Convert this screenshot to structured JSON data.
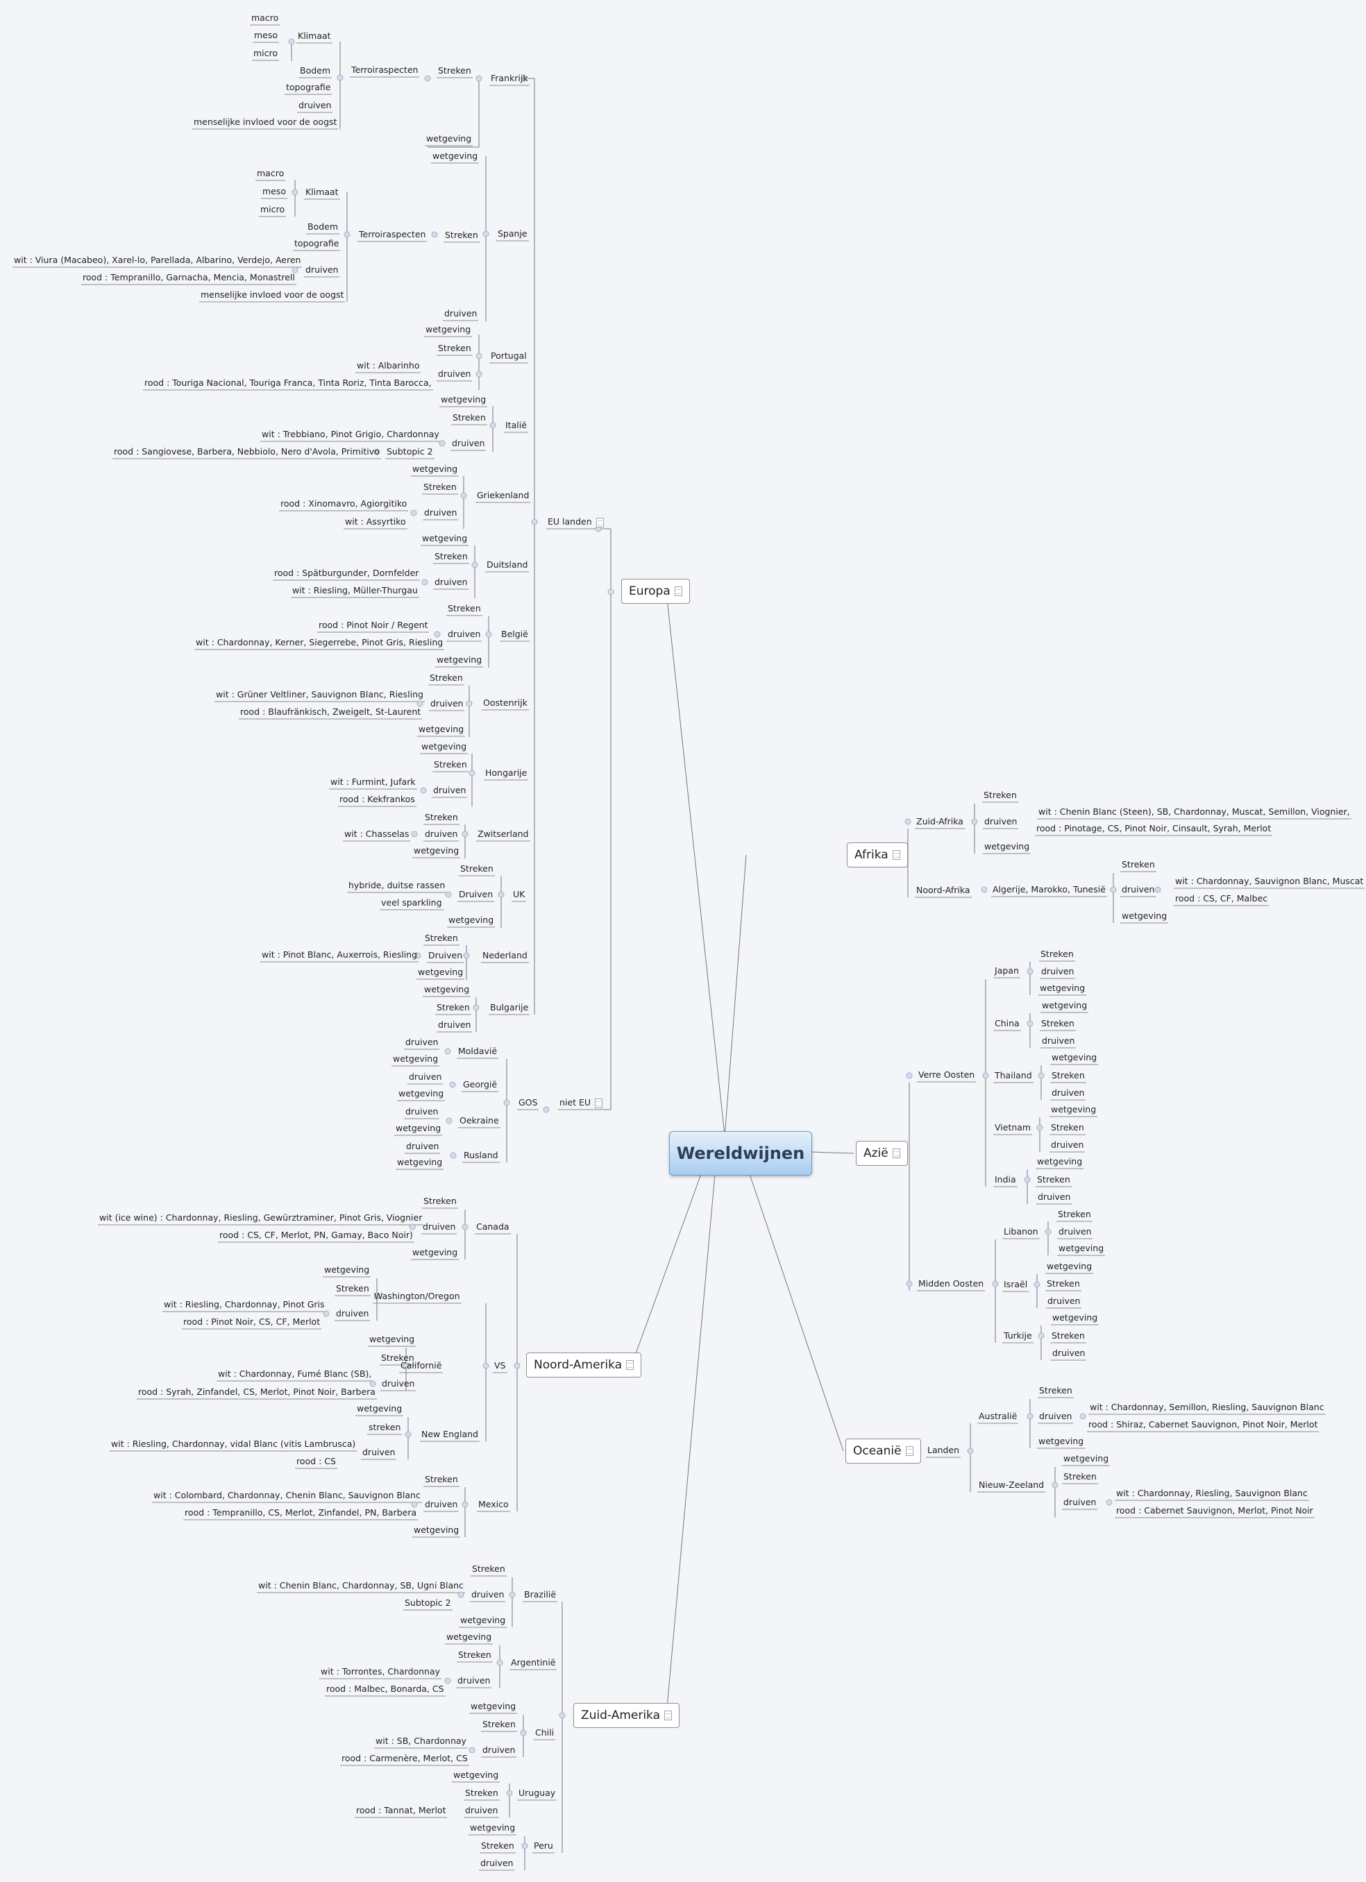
{
  "root": "Wereldwijnen",
  "branches": {
    "europa": "Europa",
    "eu_landen": "EU landen",
    "niet_eu": "niet EU",
    "afrika": "Afrika",
    "azie": "Azië",
    "oceanie": "Oceanië",
    "noord_amerika": "Noord-Amerika",
    "zuid_amerika": "Zuid-Amerika"
  },
  "nodes": [
    [
      "Wereldwijnen",
      0,
      0,
      ""
    ],
    [
      "Europa",
      895,
      852,
      "m"
    ],
    [
      "Afrika",
      1220,
      1232,
      "m"
    ],
    [
      "Azië",
      1233,
      1662,
      "m"
    ],
    [
      "Oceanië",
      1218,
      2091,
      "m"
    ],
    [
      "Noord-Amerika",
      758,
      1967,
      "m"
    ],
    [
      "Zuid-Amerika",
      826,
      2472,
      "m"
    ],
    [
      "EU landen",
      789,
      752,
      "n"
    ],
    [
      "niet EU",
      806,
      1589,
      "n"
    ],
    [
      "Frankrijk",
      707,
      113,
      ""
    ],
    [
      "Streken",
      631,
      102,
      ""
    ],
    [
      "Terroiraspecten",
      506,
      101,
      ""
    ],
    [
      "Klimaat",
      429,
      52,
      ""
    ],
    [
      "macro",
      362,
      26,
      ""
    ],
    [
      "meso",
      366,
      51,
      ""
    ],
    [
      "micro",
      365,
      77,
      ""
    ],
    [
      "Bodem",
      432,
      102,
      ""
    ],
    [
      "topografie",
      412,
      126,
      ""
    ],
    [
      "druiven",
      430,
      152,
      ""
    ],
    [
      "menselijke invloed voor de oogst",
      279,
      176,
      ""
    ],
    [
      "wetgeving",
      614,
      200,
      ""
    ],
    [
      "Spanje",
      717,
      337,
      ""
    ],
    [
      "wetgeving",
      623,
      225,
      ""
    ],
    [
      "Streken",
      641,
      339,
      ""
    ],
    [
      "Terroiraspecten",
      517,
      338,
      ""
    ],
    [
      "Klimaat",
      440,
      277,
      ""
    ],
    [
      "macro",
      370,
      250,
      ""
    ],
    [
      "meso",
      378,
      276,
      ""
    ],
    [
      "micro",
      375,
      302,
      ""
    ],
    [
      "Bodem",
      443,
      327,
      ""
    ],
    [
      "topografie",
      424,
      351,
      ""
    ],
    [
      "wit : Viura (Macabeo), Xarel-lo, Parellada, Albarino, Verdejo, Aeren",
      20,
      375,
      ""
    ],
    [
      "druiven",
      440,
      389,
      ""
    ],
    [
      "rood : Tempranillo, Garnacha, Mencia, Monastrell",
      119,
      400,
      ""
    ],
    [
      "menselijke invloed voor de oogst",
      289,
      425,
      ""
    ],
    [
      "druiven",
      640,
      452,
      ""
    ],
    [
      "Portugal",
      707,
      513,
      ""
    ],
    [
      "wetgeving",
      613,
      475,
      ""
    ],
    [
      "Streken",
      631,
      502,
      ""
    ],
    [
      "wit : Albarinho",
      514,
      527,
      ""
    ],
    [
      "druiven",
      631,
      539,
      ""
    ],
    [
      "rood : Touriga Nacional, Touriga Franca, Tinta Roriz, Tinta Barocca,",
      208,
      552,
      ""
    ],
    [
      "Italië",
      728,
      613,
      ""
    ],
    [
      "wetgeving",
      635,
      576,
      ""
    ],
    [
      "Streken",
      652,
      602,
      ""
    ],
    [
      "wit : Trebbiano, Pinot Grigio, Chardonnay",
      377,
      626,
      ""
    ],
    [
      "druiven",
      651,
      639,
      ""
    ],
    [
      "Subtopic 2",
      557,
      651,
      ""
    ],
    [
      "rood : Sangiovese, Barbera, Nebbiolo, Nero d'Avola, Primitivo",
      164,
      651,
      ""
    ],
    [
      "Griekenland",
      687,
      714,
      ""
    ],
    [
      "wetgeving",
      594,
      676,
      ""
    ],
    [
      "Streken",
      610,
      702,
      ""
    ],
    [
      "rood : Xinomavro, Agiorgitiko",
      404,
      726,
      ""
    ],
    [
      "druiven",
      611,
      739,
      ""
    ],
    [
      "wit : Assyrtiko",
      497,
      752,
      ""
    ],
    [
      "Duitsland",
      701,
      814,
      ""
    ],
    [
      "wetgeving",
      608,
      776,
      ""
    ],
    [
      "Streken",
      626,
      802,
      ""
    ],
    [
      "rood : Spätburgunder, Dornfelder",
      395,
      826,
      ""
    ],
    [
      "druiven",
      626,
      839,
      ""
    ],
    [
      "wit : Riesling, Müller-Thurgau",
      421,
      851,
      ""
    ],
    [
      "België",
      722,
      914,
      ""
    ],
    [
      "Streken",
      645,
      877,
      ""
    ],
    [
      "rood : Pinot Noir / Regent",
      459,
      901,
      ""
    ],
    [
      "druiven",
      645,
      914,
      ""
    ],
    [
      "wit : Chardonnay, Kerner, Siegerrebe, Pinot Gris, Riesling",
      282,
      926,
      ""
    ],
    [
      "wetgeving",
      629,
      951,
      ""
    ],
    [
      "Oostenrijk",
      696,
      1013,
      ""
    ],
    [
      "Streken",
      619,
      977,
      ""
    ],
    [
      "wit : Grüner Veltliner, Sauvignon Blanc, Riesling",
      311,
      1001,
      ""
    ],
    [
      "druiven",
      620,
      1014,
      ""
    ],
    [
      "rood : Blaufränkisch, Zweigelt, St-Laurent",
      346,
      1026,
      ""
    ],
    [
      "wetgeving",
      603,
      1051,
      ""
    ],
    [
      "Hongarije",
      699,
      1114,
      ""
    ],
    [
      "wetgeving",
      607,
      1076,
      ""
    ],
    [
      "Streken",
      625,
      1102,
      ""
    ],
    [
      "wit : Furmint, Jufark",
      476,
      1127,
      ""
    ],
    [
      "druiven",
      624,
      1139,
      ""
    ],
    [
      "rood : Kekfrankos",
      489,
      1152,
      ""
    ],
    [
      "Zwitserland",
      688,
      1202,
      ""
    ],
    [
      "Streken",
      612,
      1178,
      ""
    ],
    [
      "wit : Chasselas",
      496,
      1202,
      ""
    ],
    [
      "druiven",
      612,
      1202,
      ""
    ],
    [
      "wetgeving",
      596,
      1226,
      ""
    ],
    [
      "UK",
      739,
      1289,
      ""
    ],
    [
      "Streken",
      663,
      1252,
      ""
    ],
    [
      "hybride, duitse rassen",
      502,
      1276,
      ""
    ],
    [
      "Druiven",
      661,
      1289,
      ""
    ],
    [
      "veel sparkling",
      549,
      1301,
      ""
    ],
    [
      "wetgeving",
      646,
      1326,
      ""
    ],
    [
      "Nederland",
      695,
      1377,
      ""
    ],
    [
      "Streken",
      612,
      1352,
      ""
    ],
    [
      "wit : Pinot Blanc, Auxerrois, Riesling",
      377,
      1376,
      ""
    ],
    [
      "Druiven",
      617,
      1377,
      ""
    ],
    [
      "wetgeving",
      602,
      1401,
      ""
    ],
    [
      "Bulgarije",
      706,
      1452,
      ""
    ],
    [
      "wetgeving",
      611,
      1426,
      ""
    ],
    [
      "Streken",
      629,
      1452,
      ""
    ],
    [
      "druiven",
      631,
      1477,
      ""
    ],
    [
      "GOS",
      747,
      1589,
      ""
    ],
    [
      "Moldavië",
      660,
      1515,
      ""
    ],
    [
      "druiven",
      584,
      1502,
      ""
    ],
    [
      "wetgeving",
      566,
      1526,
      ""
    ],
    [
      "Georgië",
      667,
      1563,
      ""
    ],
    [
      "druiven",
      589,
      1552,
      ""
    ],
    [
      "wetgeving",
      574,
      1576,
      ""
    ],
    [
      "Oekraine",
      662,
      1615,
      ""
    ],
    [
      "druiven",
      584,
      1602,
      ""
    ],
    [
      "wetgeving",
      570,
      1626,
      ""
    ],
    [
      "Rusland",
      668,
      1665,
      ""
    ],
    [
      "druiven",
      585,
      1652,
      ""
    ],
    [
      "wetgeving",
      572,
      1675,
      ""
    ],
    [
      "Zuid-Afrika",
      1320,
      1184,
      ""
    ],
    [
      "Streken",
      1417,
      1146,
      ""
    ],
    [
      "druiven",
      1418,
      1184,
      ""
    ],
    [
      "wit : Chenin Blanc (Steen), SB, Chardonnay, Muscat, Semillon, Viognier,",
      1496,
      1170,
      ""
    ],
    [
      "rood : Pinotage, CS, Pinot Noir, Cinsault, Syrah, Merlot",
      1493,
      1194,
      ""
    ],
    [
      "wetgeving",
      1418,
      1220,
      ""
    ],
    [
      "Noord-Afrika",
      1320,
      1283,
      ""
    ],
    [
      "Algerije, Marokko, Tunesië",
      1430,
      1282,
      ""
    ],
    [
      "Streken",
      1616,
      1246,
      ""
    ],
    [
      "druiven",
      1616,
      1282,
      ""
    ],
    [
      "wit : Chardonnay, Sauvignon Blanc, Muscat",
      1693,
      1270,
      ""
    ],
    [
      "rood : CS, CF, Malbec",
      1693,
      1295,
      ""
    ],
    [
      "wetgeving",
      1616,
      1320,
      ""
    ],
    [
      "Verre Oosten",
      1323,
      1549,
      ""
    ],
    [
      "Japan",
      1433,
      1399,
      ""
    ],
    [
      "Streken",
      1499,
      1375,
      ""
    ],
    [
      "druiven",
      1500,
      1400,
      ""
    ],
    [
      "wetgeving",
      1498,
      1424,
      ""
    ],
    [
      "China",
      1433,
      1475,
      ""
    ],
    [
      "wetgeving",
      1501,
      1449,
      ""
    ],
    [
      "Streken",
      1500,
      1475,
      ""
    ],
    [
      "druiven",
      1501,
      1500,
      ""
    ],
    [
      "Thailand",
      1433,
      1550,
      ""
    ],
    [
      "wetgeving",
      1515,
      1524,
      ""
    ],
    [
      "Streken",
      1515,
      1550,
      ""
    ],
    [
      "druiven",
      1515,
      1575,
      ""
    ],
    [
      "Vietnam",
      1433,
      1625,
      ""
    ],
    [
      "wetgeving",
      1514,
      1599,
      ""
    ],
    [
      "Streken",
      1514,
      1625,
      ""
    ],
    [
      "druiven",
      1514,
      1650,
      ""
    ],
    [
      "India",
      1433,
      1700,
      ""
    ],
    [
      "wetgeving",
      1494,
      1674,
      ""
    ],
    [
      "Streken",
      1494,
      1700,
      ""
    ],
    [
      "druiven",
      1495,
      1725,
      ""
    ],
    [
      "Midden Oosten",
      1323,
      1850,
      ""
    ],
    [
      "Libanon",
      1446,
      1775,
      ""
    ],
    [
      "Streken",
      1524,
      1750,
      ""
    ],
    [
      "druiven",
      1525,
      1775,
      ""
    ],
    [
      "wetgeving",
      1525,
      1799,
      ""
    ],
    [
      "Israël",
      1446,
      1851,
      ""
    ],
    [
      "wetgeving",
      1508,
      1825,
      ""
    ],
    [
      "Streken",
      1508,
      1850,
      ""
    ],
    [
      "druiven",
      1509,
      1875,
      ""
    ],
    [
      "Turkije",
      1446,
      1925,
      ""
    ],
    [
      "wetgeving",
      1516,
      1899,
      ""
    ],
    [
      "Streken",
      1515,
      1925,
      ""
    ],
    [
      "druiven",
      1516,
      1950,
      ""
    ],
    [
      "Landen",
      1336,
      2090,
      ""
    ],
    [
      "Australië",
      1410,
      2041,
      ""
    ],
    [
      "Streken",
      1497,
      2004,
      ""
    ],
    [
      "druiven",
      1497,
      2041,
      ""
    ],
    [
      "wit : Chardonnay, Semillon, Riesling, Sauvignon Blanc",
      1570,
      2028,
      ""
    ],
    [
      "rood : Shiraz, Cabernet Sauvignon, Pinot Noir, Merlot",
      1568,
      2053,
      ""
    ],
    [
      "wetgeving",
      1496,
      2077,
      ""
    ],
    [
      "Nieuw-Zeeland",
      1410,
      2140,
      ""
    ],
    [
      "wetgeving",
      1532,
      2102,
      ""
    ],
    [
      "Streken",
      1532,
      2128,
      ""
    ],
    [
      "druiven",
      1532,
      2165,
      ""
    ],
    [
      "wit : Chardonnay, Riesling, Sauvignon Blanc",
      1608,
      2152,
      ""
    ],
    [
      "rood : Cabernet Sauvignon, Merlot, Pinot Noir",
      1608,
      2177,
      ""
    ],
    [
      "Canada",
      686,
      1768,
      ""
    ],
    [
      "Streken",
      610,
      1731,
      ""
    ],
    [
      "wit (ice wine) : Chardonnay, Riesling, Gewürztraminer, Pinot Gris, Viognier",
      143,
      1755,
      ""
    ],
    [
      "druiven",
      609,
      1768,
      ""
    ],
    [
      "rood : CS, CF, Merlot, PN, Gamay, Baco Noir)",
      316,
      1780,
      ""
    ],
    [
      "wetgeving",
      594,
      1805,
      ""
    ],
    [
      "VS",
      712,
      1968,
      ""
    ],
    [
      "Washington/Oregon",
      539,
      1868,
      ""
    ],
    [
      "wetgeving",
      467,
      1830,
      ""
    ],
    [
      "Streken",
      484,
      1857,
      ""
    ],
    [
      "wit : Riesling, Chardonnay, Pinot Gris",
      236,
      1880,
      ""
    ],
    [
      "druiven",
      484,
      1893,
      ""
    ],
    [
      "rood : Pinot Noir, CS, CF, Merlot",
      264,
      1905,
      ""
    ],
    [
      "Californië",
      577,
      1968,
      ""
    ],
    [
      "wetgeving",
      532,
      1930,
      ""
    ],
    [
      "Streken",
      549,
      1957,
      ""
    ],
    [
      "wit : Chardonnay, Fumé Blanc (SB),",
      314,
      1980,
      ""
    ],
    [
      "druiven",
      550,
      1994,
      ""
    ],
    [
      "rood : Syrah, Zinfandel, CS, Merlot, Pinot Noir, Barbera",
      199,
      2006,
      ""
    ],
    [
      "New England",
      607,
      2067,
      ""
    ],
    [
      "wetgeving",
      514,
      2030,
      ""
    ],
    [
      "streken",
      531,
      2057,
      ""
    ],
    [
      "wit : Riesling, Chardonnay, vidal Blanc (vitis Lambrusca)",
      160,
      2081,
      ""
    ],
    [
      "druiven",
      522,
      2093,
      ""
    ],
    [
      "rood : CS",
      427,
      2106,
      ""
    ],
    [
      "Mexico",
      689,
      2168,
      ""
    ],
    [
      "Streken",
      612,
      2132,
      ""
    ],
    [
      "wit : Colombard, Chardonnay, Chenin Blanc, Sauvignon Blanc",
      221,
      2155,
      ""
    ],
    [
      "druiven",
      612,
      2168,
      ""
    ],
    [
      "rood : Tempranillo, CS, Merlot, Zinfandel, PN, Barbera",
      266,
      2180,
      ""
    ],
    [
      "wetgeving",
      596,
      2205,
      ""
    ],
    [
      "Brazilië",
      755,
      2298,
      ""
    ],
    [
      "Streken",
      680,
      2261,
      ""
    ],
    [
      "wit : Chenin Blanc, Chardonnay, SB, Ugni Blanc",
      372,
      2285,
      ""
    ],
    [
      "druiven",
      679,
      2298,
      ""
    ],
    [
      "Subtopic 2",
      583,
      2310,
      ""
    ],
    [
      "wetgeving",
      663,
      2335,
      ""
    ],
    [
      "Argentinië",
      736,
      2396,
      ""
    ],
    [
      "wetgeving",
      643,
      2359,
      ""
    ],
    [
      "Streken",
      660,
      2385,
      ""
    ],
    [
      "wit : Torrontes, Chardonnay",
      462,
      2409,
      ""
    ],
    [
      "druiven",
      659,
      2422,
      ""
    ],
    [
      "rood : Malbec, Bonarda, CS",
      470,
      2434,
      ""
    ],
    [
      "Chili",
      771,
      2497,
      ""
    ],
    [
      "wetgeving",
      678,
      2459,
      ""
    ],
    [
      "Streken",
      695,
      2485,
      ""
    ],
    [
      "wit : SB, Chardonnay",
      541,
      2509,
      ""
    ],
    [
      "druiven",
      695,
      2522,
      ""
    ],
    [
      "rood : Carmenère, Merlot, CS",
      492,
      2534,
      ""
    ],
    [
      "Uruguay",
      747,
      2584,
      ""
    ],
    [
      "wetgeving",
      653,
      2558,
      ""
    ],
    [
      "Streken",
      670,
      2584,
      ""
    ],
    [
      "rood : Tannat, Merlot",
      513,
      2609,
      ""
    ],
    [
      "druiven",
      670,
      2609,
      ""
    ],
    [
      "Peru",
      769,
      2660,
      ""
    ],
    [
      "wetgeving",
      677,
      2634,
      ""
    ],
    [
      "Streken",
      693,
      2660,
      ""
    ],
    [
      "druiven",
      692,
      2685,
      ""
    ]
  ]
}
